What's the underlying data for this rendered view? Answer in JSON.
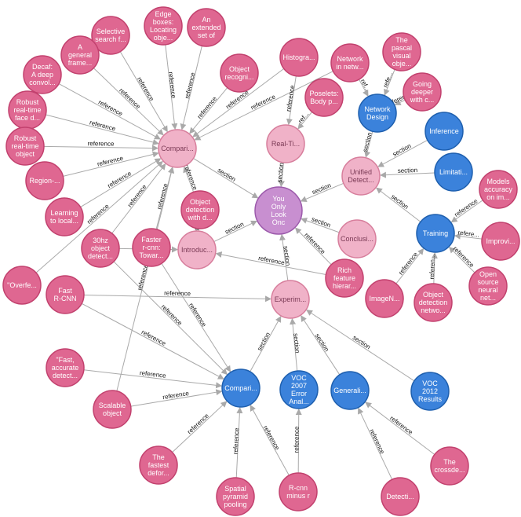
{
  "palette": {
    "reference_fill": "#df6791",
    "reference_stroke": "#c2416e",
    "section_fill": "#f0b2c8",
    "section_stroke": "#d77e9c",
    "root_fill": "#c88fd0",
    "root_stroke": "#9c5aab",
    "concept_fill": "#3b82db",
    "concept_stroke": "#1e5fae",
    "edge": "#a9a9a9"
  },
  "nodes": [
    {
      "id": "yolo",
      "type": "root",
      "lines": [
        "You",
        "Only",
        "Look",
        "Onc"
      ]
    },
    {
      "id": "comparison_top",
      "type": "section",
      "lines": [
        "Compari..."
      ]
    },
    {
      "id": "realtime",
      "type": "section",
      "lines": [
        "Real-Ti..."
      ]
    },
    {
      "id": "unified",
      "type": "section",
      "lines": [
        "Unified",
        "Detect..."
      ]
    },
    {
      "id": "intro",
      "type": "section",
      "lines": [
        "Introduc..."
      ]
    },
    {
      "id": "conclusion",
      "type": "section",
      "lines": [
        "Conclusi..."
      ]
    },
    {
      "id": "experiments",
      "type": "section",
      "lines": [
        "Experim..."
      ]
    },
    {
      "id": "network_design",
      "type": "concept",
      "lines": [
        "Network",
        "Design"
      ]
    },
    {
      "id": "inference",
      "type": "concept",
      "lines": [
        "Inference"
      ]
    },
    {
      "id": "limitations",
      "type": "concept",
      "lines": [
        "Limitati..."
      ]
    },
    {
      "id": "training",
      "type": "concept",
      "lines": [
        "Training"
      ]
    },
    {
      "id": "comparison_bottom",
      "type": "concept",
      "lines": [
        "Compari..."
      ]
    },
    {
      "id": "voc2007",
      "type": "concept",
      "lines": [
        "VOC",
        "2007",
        "Error",
        "Anal..."
      ]
    },
    {
      "id": "generalizability",
      "type": "concept",
      "lines": [
        "Generali..."
      ]
    },
    {
      "id": "voc2012",
      "type": "concept",
      "lines": [
        "VOC",
        "2012",
        "Results"
      ]
    },
    {
      "id": "r_selective",
      "type": "reference",
      "lines": [
        "Selective",
        "search f..."
      ]
    },
    {
      "id": "r_edgeboxes",
      "type": "reference",
      "lines": [
        "Edge",
        "boxes:",
        "Locating",
        "obje..."
      ]
    },
    {
      "id": "r_extended",
      "type": "reference",
      "lines": [
        "An",
        "extended",
        "set of"
      ]
    },
    {
      "id": "r_general",
      "type": "reference",
      "lines": [
        "A",
        "general",
        "frame..."
      ]
    },
    {
      "id": "r_decaf",
      "type": "reference",
      "lines": [
        "Decaf:",
        "A deep",
        "convol..."
      ]
    },
    {
      "id": "r_robust1",
      "type": "reference",
      "lines": [
        "Robust",
        "real-time",
        "face d..."
      ]
    },
    {
      "id": "r_robust2",
      "type": "reference",
      "lines": [
        "Robust",
        "real-time",
        "object"
      ]
    },
    {
      "id": "r_region",
      "type": "reference",
      "lines": [
        "Region-..."
      ]
    },
    {
      "id": "r_learning",
      "type": "reference",
      "lines": [
        "Learning",
        "to local..."
      ]
    },
    {
      "id": "r_overfeat",
      "type": "reference",
      "lines": [
        "\"Overfe..."
      ]
    },
    {
      "id": "r_objrecog",
      "type": "reference",
      "lines": [
        "Object",
        "recogni..."
      ]
    },
    {
      "id": "r_histogram",
      "type": "reference",
      "lines": [
        "Histogra..."
      ]
    },
    {
      "id": "r_network_in",
      "type": "reference",
      "lines": [
        "Network",
        "in netw..."
      ]
    },
    {
      "id": "r_poselets",
      "type": "reference",
      "lines": [
        "Poselets:",
        "Body p..."
      ]
    },
    {
      "id": "r_pascal",
      "type": "reference",
      "lines": [
        "The",
        "pascal",
        "visual",
        "obje..."
      ]
    },
    {
      "id": "r_deeper",
      "type": "reference",
      "lines": [
        "Going",
        "deeper",
        "with c..."
      ]
    },
    {
      "id": "r_objdetect",
      "type": "reference",
      "lines": [
        "Object",
        "detection",
        "with d..."
      ]
    },
    {
      "id": "r_30hz",
      "type": "reference",
      "lines": [
        "30hz",
        "object",
        "detect..."
      ]
    },
    {
      "id": "r_fasterrcnn",
      "type": "reference",
      "lines": [
        "Faster",
        "r-cnn:",
        "Towar..."
      ]
    },
    {
      "id": "r_fastrcnn",
      "type": "reference",
      "lines": [
        "Fast",
        "R-CNN"
      ]
    },
    {
      "id": "r_fastaccurate",
      "type": "reference",
      "lines": [
        "\"Fast,",
        "accurate",
        "detect..."
      ]
    },
    {
      "id": "r_scalable",
      "type": "reference",
      "lines": [
        "Scalable",
        "object"
      ]
    },
    {
      "id": "r_fastest",
      "type": "reference",
      "lines": [
        "The",
        "fastest",
        "defor..."
      ]
    },
    {
      "id": "r_spatial",
      "type": "reference",
      "lines": [
        "Spatial",
        "pyramid",
        "pooling"
      ]
    },
    {
      "id": "r_rcnnminus",
      "type": "reference",
      "lines": [
        "R-cnn",
        "minus r"
      ]
    },
    {
      "id": "r_detecti",
      "type": "reference",
      "lines": [
        "Detecti..."
      ]
    },
    {
      "id": "r_crossde",
      "type": "reference",
      "lines": [
        "The",
        "crossde..."
      ]
    },
    {
      "id": "r_rich",
      "type": "reference",
      "lines": [
        "Rich",
        "feature",
        "hierar..."
      ]
    },
    {
      "id": "r_models",
      "type": "reference",
      "lines": [
        "Models",
        "accuracy",
        "on im..."
      ]
    },
    {
      "id": "r_improvi",
      "type": "reference",
      "lines": [
        "Improvi..."
      ]
    },
    {
      "id": "r_imagenet",
      "type": "reference",
      "lines": [
        "ImageN..."
      ]
    },
    {
      "id": "r_objnet",
      "type": "reference",
      "lines": [
        "Object",
        "detection",
        "netwo..."
      ]
    },
    {
      "id": "r_opensource",
      "type": "reference",
      "lines": [
        "Open",
        "source",
        "neural",
        "net..."
      ]
    }
  ],
  "edges": [
    {
      "from": "comparison_top",
      "to": "yolo",
      "label": "section"
    },
    {
      "from": "realtime",
      "to": "yolo",
      "label": "section"
    },
    {
      "from": "unified",
      "to": "yolo",
      "label": "section"
    },
    {
      "from": "intro",
      "to": "yolo",
      "label": "section"
    },
    {
      "from": "conclusion",
      "to": "yolo",
      "label": "section"
    },
    {
      "from": "experiments",
      "to": "yolo",
      "label": "section"
    },
    {
      "from": "network_design",
      "to": "unified",
      "label": "section"
    },
    {
      "from": "inference",
      "to": "unified",
      "label": "section"
    },
    {
      "from": "limitations",
      "to": "unified",
      "label": "section"
    },
    {
      "from": "training",
      "to": "unified",
      "label": "section"
    },
    {
      "from": "comparison_bottom",
      "to": "experiments",
      "label": "section"
    },
    {
      "from": "voc2007",
      "to": "experiments",
      "label": "section"
    },
    {
      "from": "generalizability",
      "to": "experiments",
      "label": "section"
    },
    {
      "from": "voc2012",
      "to": "experiments",
      "label": "section"
    },
    {
      "from": "r_selective",
      "to": "comparison_top",
      "label": "reference"
    },
    {
      "from": "r_edgeboxes",
      "to": "comparison_top",
      "label": "reference"
    },
    {
      "from": "r_extended",
      "to": "comparison_top",
      "label": "reference"
    },
    {
      "from": "r_general",
      "to": "comparison_top",
      "label": "reference"
    },
    {
      "from": "r_decaf",
      "to": "comparison_top",
      "label": "reference"
    },
    {
      "from": "r_robust1",
      "to": "comparison_top",
      "label": "reference"
    },
    {
      "from": "r_robust2",
      "to": "comparison_top",
      "label": "reference"
    },
    {
      "from": "r_region",
      "to": "comparison_top",
      "label": "reference"
    },
    {
      "from": "r_learning",
      "to": "comparison_top",
      "label": "reference"
    },
    {
      "from": "r_overfeat",
      "to": "comparison_top",
      "label": "reference"
    },
    {
      "from": "r_objrecog",
      "to": "comparison_top",
      "label": "reference"
    },
    {
      "from": "r_histogram",
      "to": "comparison_top",
      "label": "reference"
    },
    {
      "from": "r_network_in",
      "to": "comparison_top",
      "label": "reference"
    },
    {
      "from": "r_30hz",
      "to": "comparison_top",
      "label": "reference"
    },
    {
      "from": "r_fasterrcnn",
      "to": "comparison_top",
      "label": "reference"
    },
    {
      "from": "r_scalable",
      "to": "comparison_top",
      "label": "reference"
    },
    {
      "from": "r_objdetect",
      "to": "comparison_top",
      "label": "reference"
    },
    {
      "from": "r_histogram",
      "to": "realtime",
      "label": "reference"
    },
    {
      "from": "r_network_in",
      "to": "network_design",
      "label": "ref..."
    },
    {
      "from": "r_poselets",
      "to": "realtime",
      "label": "ref..."
    },
    {
      "from": "r_pascal",
      "to": "network_design",
      "label": "refe..."
    },
    {
      "from": "r_deeper",
      "to": "network_design",
      "label": "reference"
    },
    {
      "from": "r_objdetect",
      "to": "intro",
      "label": "reference"
    },
    {
      "from": "r_30hz",
      "to": "intro",
      "label": "reference"
    },
    {
      "from": "r_rich",
      "to": "intro",
      "label": "reference"
    },
    {
      "from": "r_rich",
      "to": "yolo",
      "label": "reference"
    },
    {
      "from": "r_fastrcnn",
      "to": "experiments",
      "label": "reference"
    },
    {
      "from": "r_fastrcnn",
      "to": "comparison_bottom",
      "label": "reference"
    },
    {
      "from": "r_30hz",
      "to": "comparison_bottom",
      "label": "reference"
    },
    {
      "from": "r_fasterrcnn",
      "to": "comparison_bottom",
      "label": "reference"
    },
    {
      "from": "r_fastaccurate",
      "to": "comparison_bottom",
      "label": "reference"
    },
    {
      "from": "r_scalable",
      "to": "comparison_bottom",
      "label": "reference"
    },
    {
      "from": "r_fastest",
      "to": "comparison_bottom",
      "label": "reference"
    },
    {
      "from": "r_spatial",
      "to": "comparison_bottom",
      "label": "reference"
    },
    {
      "from": "r_rcnnminus",
      "to": "comparison_bottom",
      "label": "reference"
    },
    {
      "from": "r_rcnnminus",
      "to": "voc2007",
      "label": "reference"
    },
    {
      "from": "r_detecti",
      "to": "generalizability",
      "label": "reference"
    },
    {
      "from": "r_crossde",
      "to": "generalizability",
      "label": "reference"
    },
    {
      "from": "r_models",
      "to": "training",
      "label": "reference"
    },
    {
      "from": "r_improvi",
      "to": "training",
      "label": "refere..."
    },
    {
      "from": "r_imagenet",
      "to": "training",
      "label": "reference"
    },
    {
      "from": "r_objnet",
      "to": "training",
      "label": "referen..."
    },
    {
      "from": "r_opensource",
      "to": "training",
      "label": "reference"
    }
  ]
}
